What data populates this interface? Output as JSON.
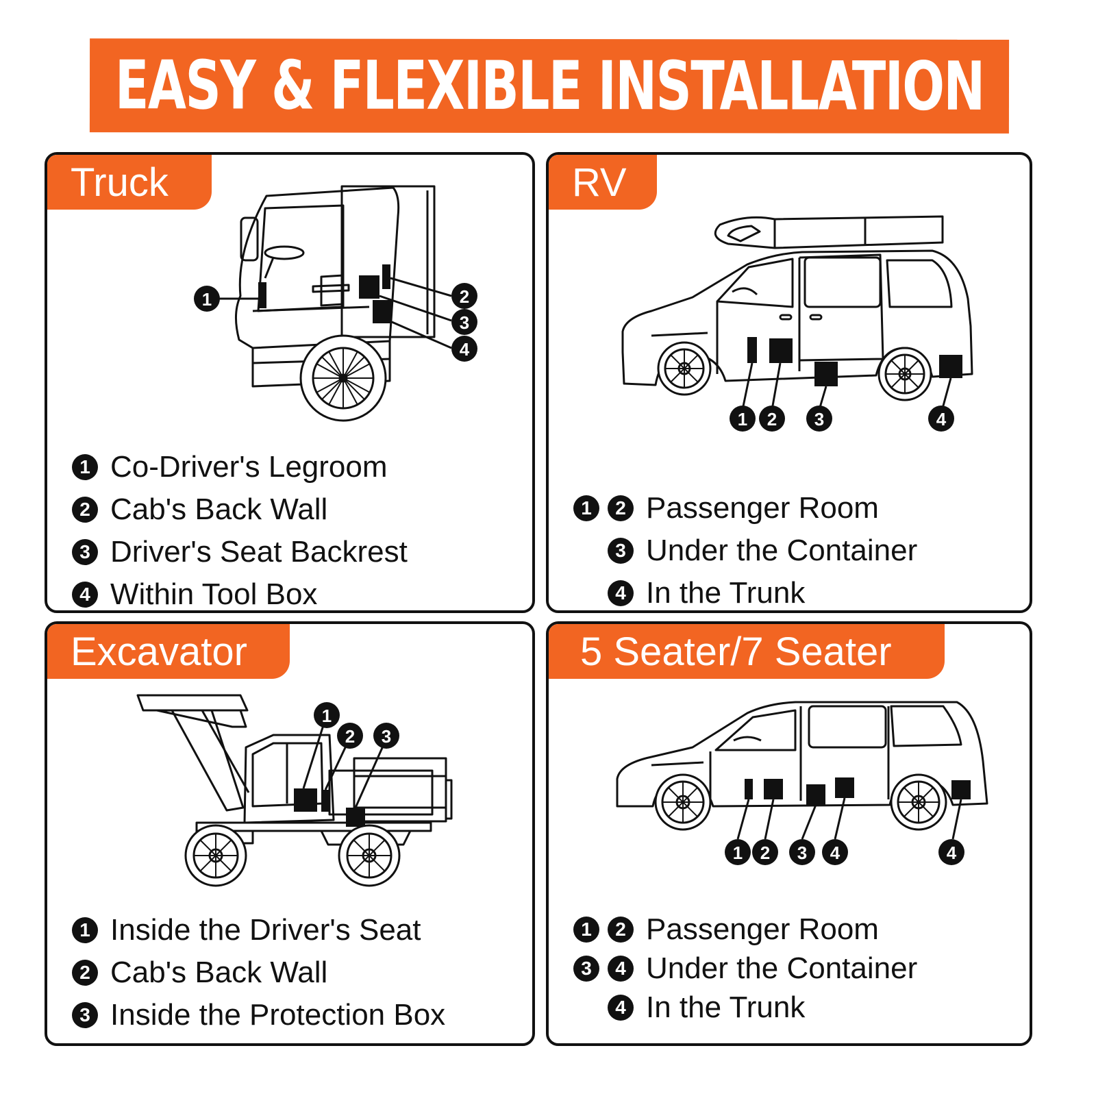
{
  "title": "EASY & FLEXIBLE INSTALLATION",
  "colors": {
    "accent": "#f26522",
    "ink": "#111111",
    "background": "#ffffff"
  },
  "panels": [
    {
      "label": "Truck",
      "items": [
        {
          "marks": [
            "1"
          ],
          "text": "Co-Driver's Legroom"
        },
        {
          "marks": [
            "2"
          ],
          "text": "Cab's Back Wall"
        },
        {
          "marks": [
            "3"
          ],
          "text": "Driver's Seat Backrest"
        },
        {
          "marks": [
            "4"
          ],
          "text": "Within Tool Box"
        }
      ]
    },
    {
      "label": "RV",
      "items": [
        {
          "marks": [
            "1",
            "2"
          ],
          "text": "Passenger Room"
        },
        {
          "marks": [
            "3"
          ],
          "text": "Under the Container"
        },
        {
          "marks": [
            "4"
          ],
          "text": "In the Trunk"
        }
      ]
    },
    {
      "label": "Excavator",
      "items": [
        {
          "marks": [
            "1"
          ],
          "text": "Inside the Driver's Seat"
        },
        {
          "marks": [
            "2"
          ],
          "text": "Cab's Back Wall"
        },
        {
          "marks": [
            "3"
          ],
          "text": "Inside the Protection Box"
        }
      ]
    },
    {
      "label": "5 Seater/7 Seater",
      "items": [
        {
          "marks": [
            "1",
            "2"
          ],
          "text": "Passenger Room"
        },
        {
          "marks": [
            "3",
            "4"
          ],
          "text": "Under the Container"
        },
        {
          "marks": [
            "4"
          ],
          "text": "In the Trunk"
        }
      ]
    }
  ],
  "callouts": {
    "truck": [
      "1",
      "2",
      "3",
      "4"
    ],
    "rv": [
      "1",
      "2",
      "3",
      "4"
    ],
    "excavator": [
      "1",
      "2",
      "3"
    ],
    "car": [
      "1",
      "2",
      "3",
      "4",
      "4"
    ]
  },
  "icons": {
    "truck": "truck-cab-line-icon",
    "rv": "rv-van-line-icon",
    "excavator": "wheel-loader-line-icon",
    "car": "suv-line-icon"
  }
}
